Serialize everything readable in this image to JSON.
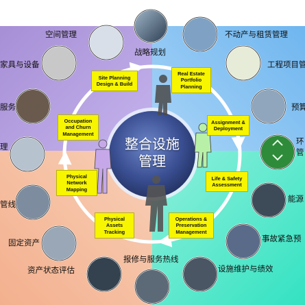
{
  "center": {
    "title": "整合设施\n管理"
  },
  "outer_labels": [
    {
      "id": "space",
      "text": "空间管理"
    },
    {
      "id": "furniture",
      "text": "家具与设备"
    },
    {
      "id": "service",
      "text": "服务"
    },
    {
      "id": "li",
      "text": "理"
    },
    {
      "id": "pipeline",
      "text": "管线"
    },
    {
      "id": "fixed",
      "text": "固定资产"
    },
    {
      "id": "status",
      "text": "资产状态评估"
    },
    {
      "id": "repair",
      "text": "报修与服务热线"
    },
    {
      "id": "strategy",
      "text": "战略规划"
    },
    {
      "id": "realestate",
      "text": "不动产与租赁管理"
    },
    {
      "id": "project",
      "text": "工程项目管"
    },
    {
      "id": "budget",
      "text": "预算"
    },
    {
      "id": "env",
      "text": "环\n管"
    },
    {
      "id": "energy",
      "text": "能源"
    },
    {
      "id": "emergency",
      "text": "事故紧急预"
    },
    {
      "id": "maintenance",
      "text": "设施维护与绩效"
    }
  ],
  "boxes": [
    {
      "id": "site",
      "text": "Site Planning\nDesign & Build"
    },
    {
      "id": "realestate",
      "text": "Real Estate\nPortfolio\nPlanning"
    },
    {
      "id": "occupation",
      "text": "Occupation\nand Churn\nManagement"
    },
    {
      "id": "assignment",
      "text": "Assignment &\nDeployment"
    },
    {
      "id": "network",
      "text": "Physical\nNetwork\nMapping"
    },
    {
      "id": "lifesafety",
      "text": "Life & Safety\nAssessment"
    },
    {
      "id": "assets",
      "text": "Physical\nAssets\nTracking"
    },
    {
      "id": "operations",
      "text": "Operations &\nPreservation\nManagement"
    }
  ],
  "colors": {
    "quadrant_top_left": "#a78fd6",
    "quadrant_top_right": "#6fb6ef",
    "quadrant_bottom_left": "#f3b08e",
    "quadrant_bottom_right": "#33e2c2",
    "center_circle": "#3a4f92",
    "ring": "#ffffff",
    "box_fill": "#f7f500"
  }
}
